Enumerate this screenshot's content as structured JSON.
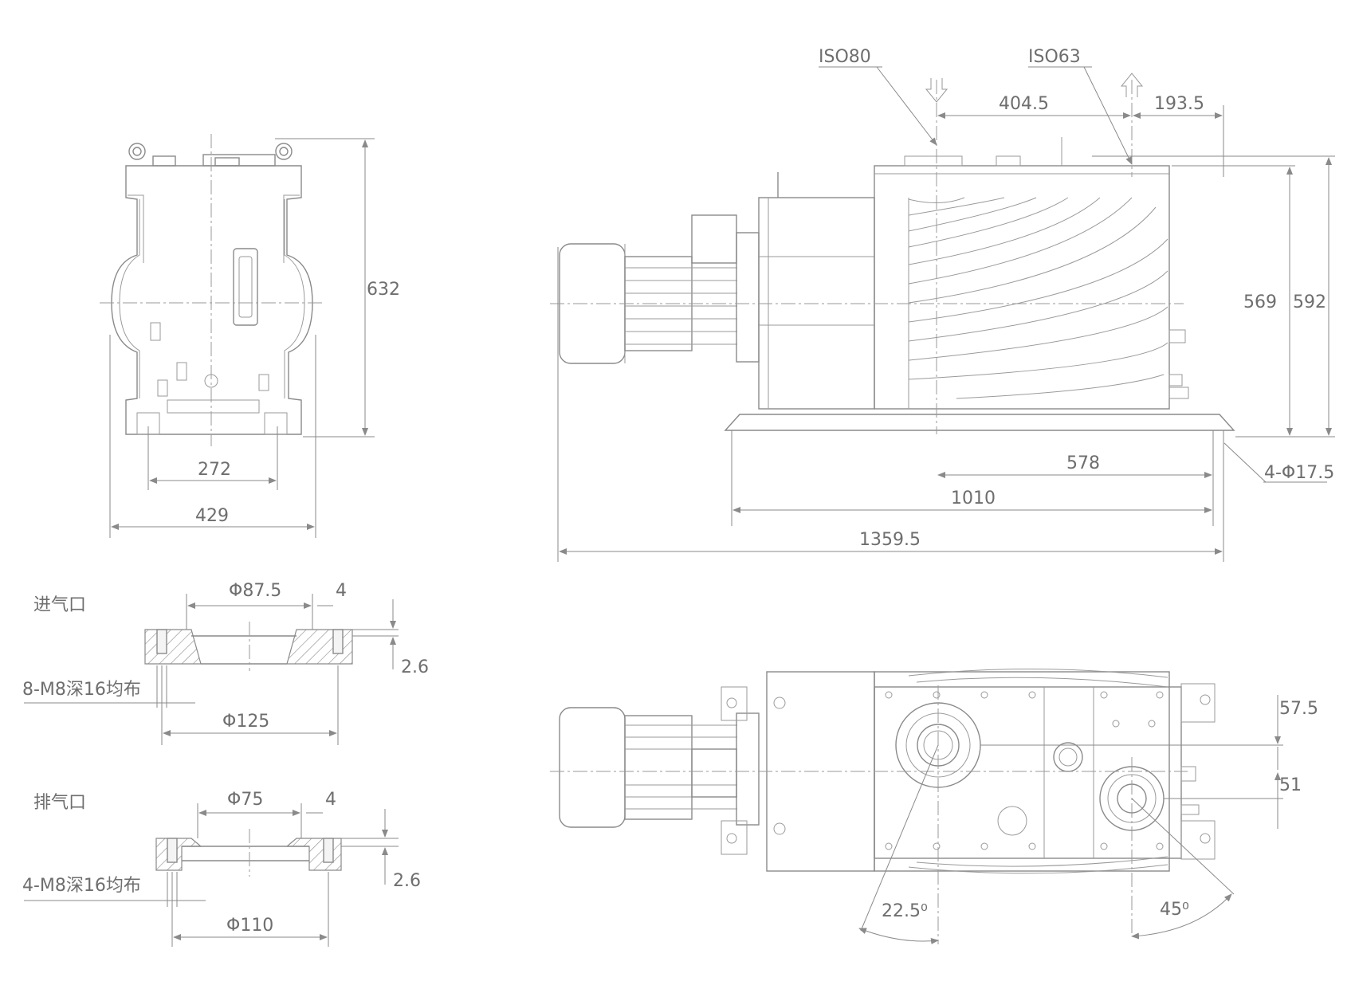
{
  "labels": {
    "iso_in": "ISO80",
    "iso_out": "ISO63",
    "d_404": "404.5",
    "d_193": "193.5",
    "d_632": "632",
    "d_569": "569",
    "d_592": "592",
    "d_272": "272",
    "d_429": "429",
    "d_578": "578",
    "d_1010": "1010",
    "d_1359": "1359.5",
    "d_holes": "4-Φ17.5",
    "inlet_title": "进气口",
    "inlet_bore": "Φ87.5",
    "inlet_4": "4",
    "inlet_26": "2.6",
    "inlet_thread": "8-M8深16均布",
    "inlet_pcd": "Φ125",
    "outlet_title": "排气口",
    "outlet_bore": "Φ75",
    "outlet_4": "4",
    "outlet_26": "2.6",
    "outlet_thread": "4-M8深16均布",
    "outlet_pcd": "Φ110",
    "d_575": "57.5",
    "d_51": "51",
    "ang_225": "22.5⁰",
    "ang_45": "45⁰"
  }
}
